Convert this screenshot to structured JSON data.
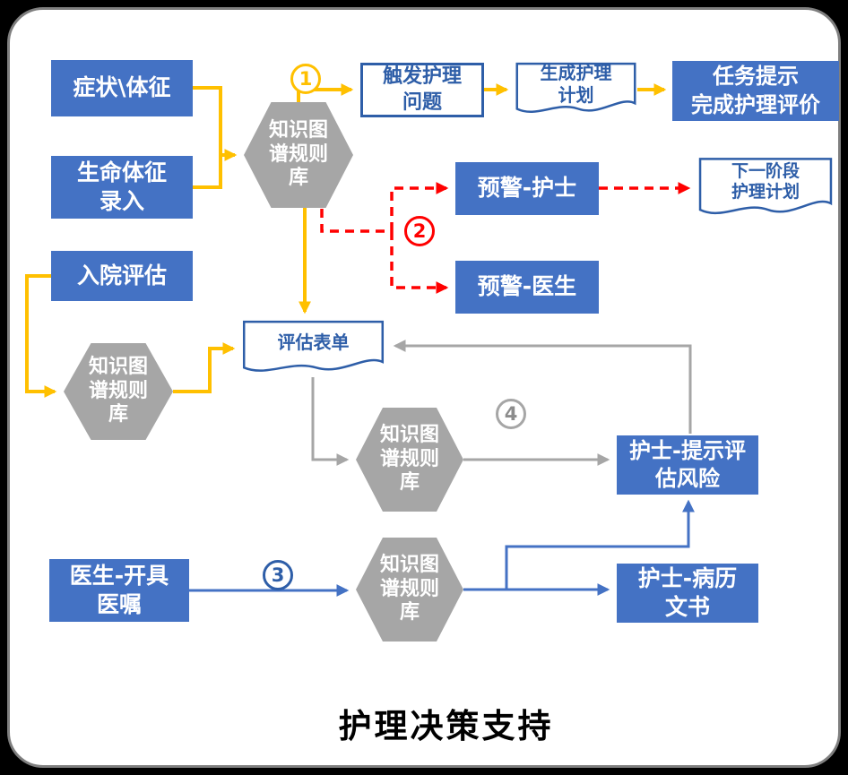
{
  "title": "护理决策支持",
  "colors": {
    "node_blue": "#4472C4",
    "hex_gray": "#A6A6A6",
    "doc_blue": "#2E5EA8",
    "arrow_orange": "#FFC000",
    "arrow_red": "#FF0000",
    "arrow_gray": "#A6A6A6",
    "arrow_blue": "#4472C4",
    "panel_border": "#7f7f7f"
  },
  "labels": {
    "symptoms": "症状\\体征",
    "vitals": "生命体征\n录入",
    "admission": "入院评估",
    "kg": "知识图\n谱规则\n库",
    "trigger": "触发护理\n问题",
    "gen_plan": "生成护理\n计划",
    "task": "任务提示\n完成护理评价",
    "warn_nurse": "预警-护士",
    "next_plan": "下一阶段\n护理计划",
    "warn_doctor": "预警-医生",
    "assess_form": "评估表单",
    "nurse_risk": "护士-提示评\n估风险",
    "doctor_order": "医生-开具\n医嘱",
    "nurse_record": "护士-病历\n文书"
  },
  "badges": {
    "one": "1",
    "two": "2",
    "three": "3",
    "four": "4"
  }
}
